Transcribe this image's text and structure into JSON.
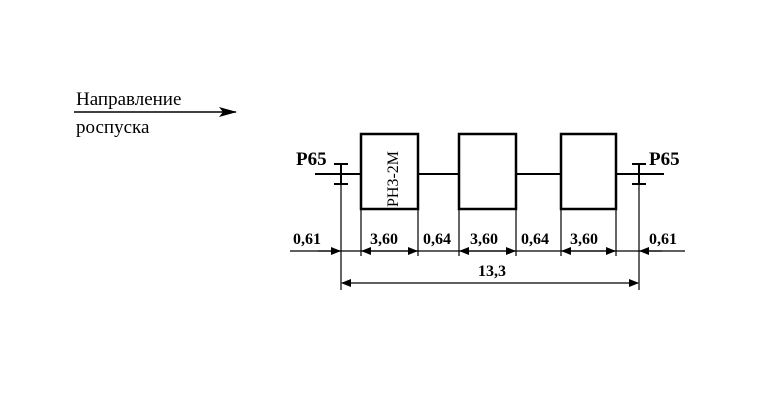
{
  "direction": {
    "line1": "Направление",
    "line2": "роспуска"
  },
  "rail": {
    "left_label": "Р65",
    "right_label": "Р65"
  },
  "block_label": "РНЗ-2М",
  "dimensions": {
    "left_gap": "0,61",
    "block1": "3,60",
    "gap1": "0,64",
    "block2": "3,60",
    "gap2": "0,64",
    "block3": "3,60",
    "right_gap": "0,61",
    "total": "13,3"
  }
}
